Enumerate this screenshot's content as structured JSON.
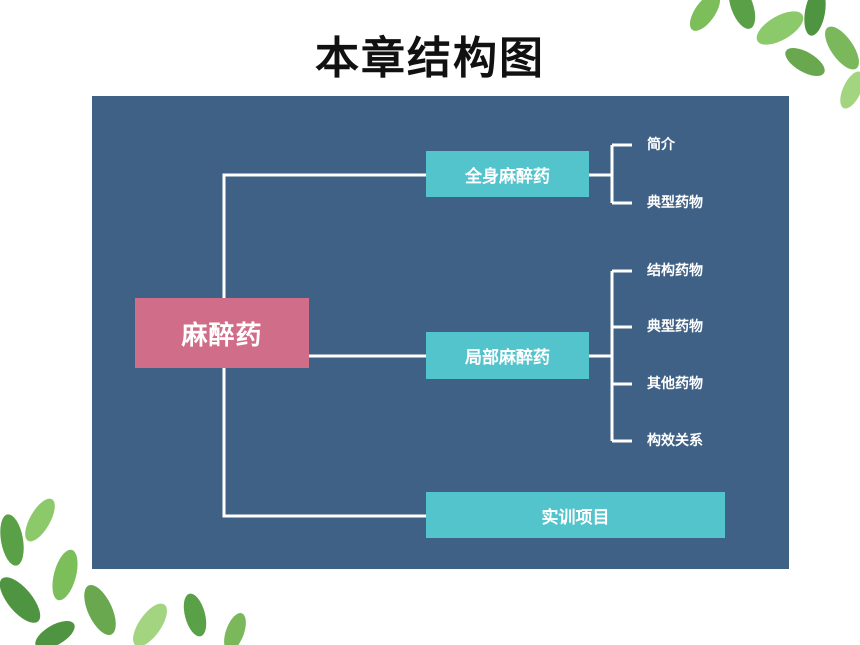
{
  "title": "本章结构图",
  "diagram": {
    "root": "麻醉药",
    "branches": [
      {
        "label": "全身麻醉药",
        "children": [
          "简介",
          "典型药物"
        ]
      },
      {
        "label": "局部麻醉药",
        "children": [
          "结构药物",
          "典型药物",
          "其他药物",
          "构效关系"
        ]
      },
      {
        "label": "实训项目",
        "children": []
      }
    ]
  },
  "colors": {
    "panel": "#3e6185",
    "root_box": "#d06d88",
    "branch_box": "#53c3cc",
    "connector": "#ffffff",
    "leaves": "#6aa84f"
  }
}
